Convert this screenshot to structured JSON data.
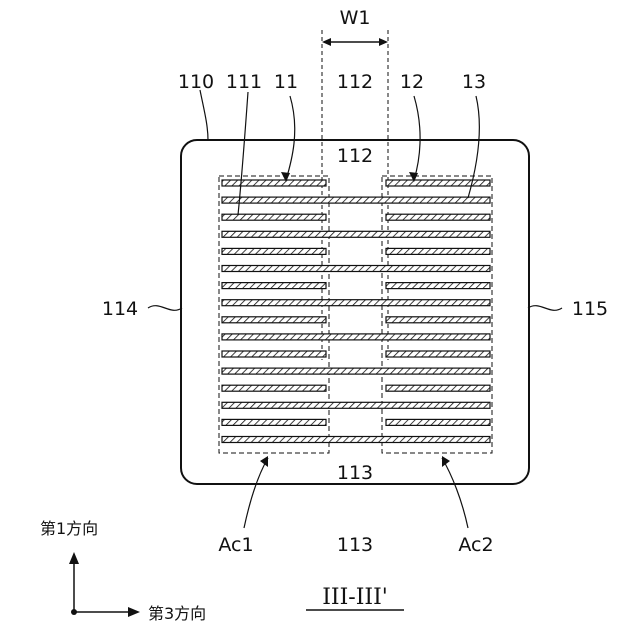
{
  "labels": {
    "w1": "W1",
    "l110": "110",
    "l111": "111",
    "l11": "11",
    "l112": "112",
    "l12": "12",
    "l13": "13",
    "l114": "114",
    "l115": "115",
    "l113": "113",
    "ac1": "Ac1",
    "ac2": "Ac2"
  },
  "axes": {
    "first_direction": "第1方向",
    "third_direction": "第3方向"
  },
  "section": {
    "caption": "III-III'"
  }
}
